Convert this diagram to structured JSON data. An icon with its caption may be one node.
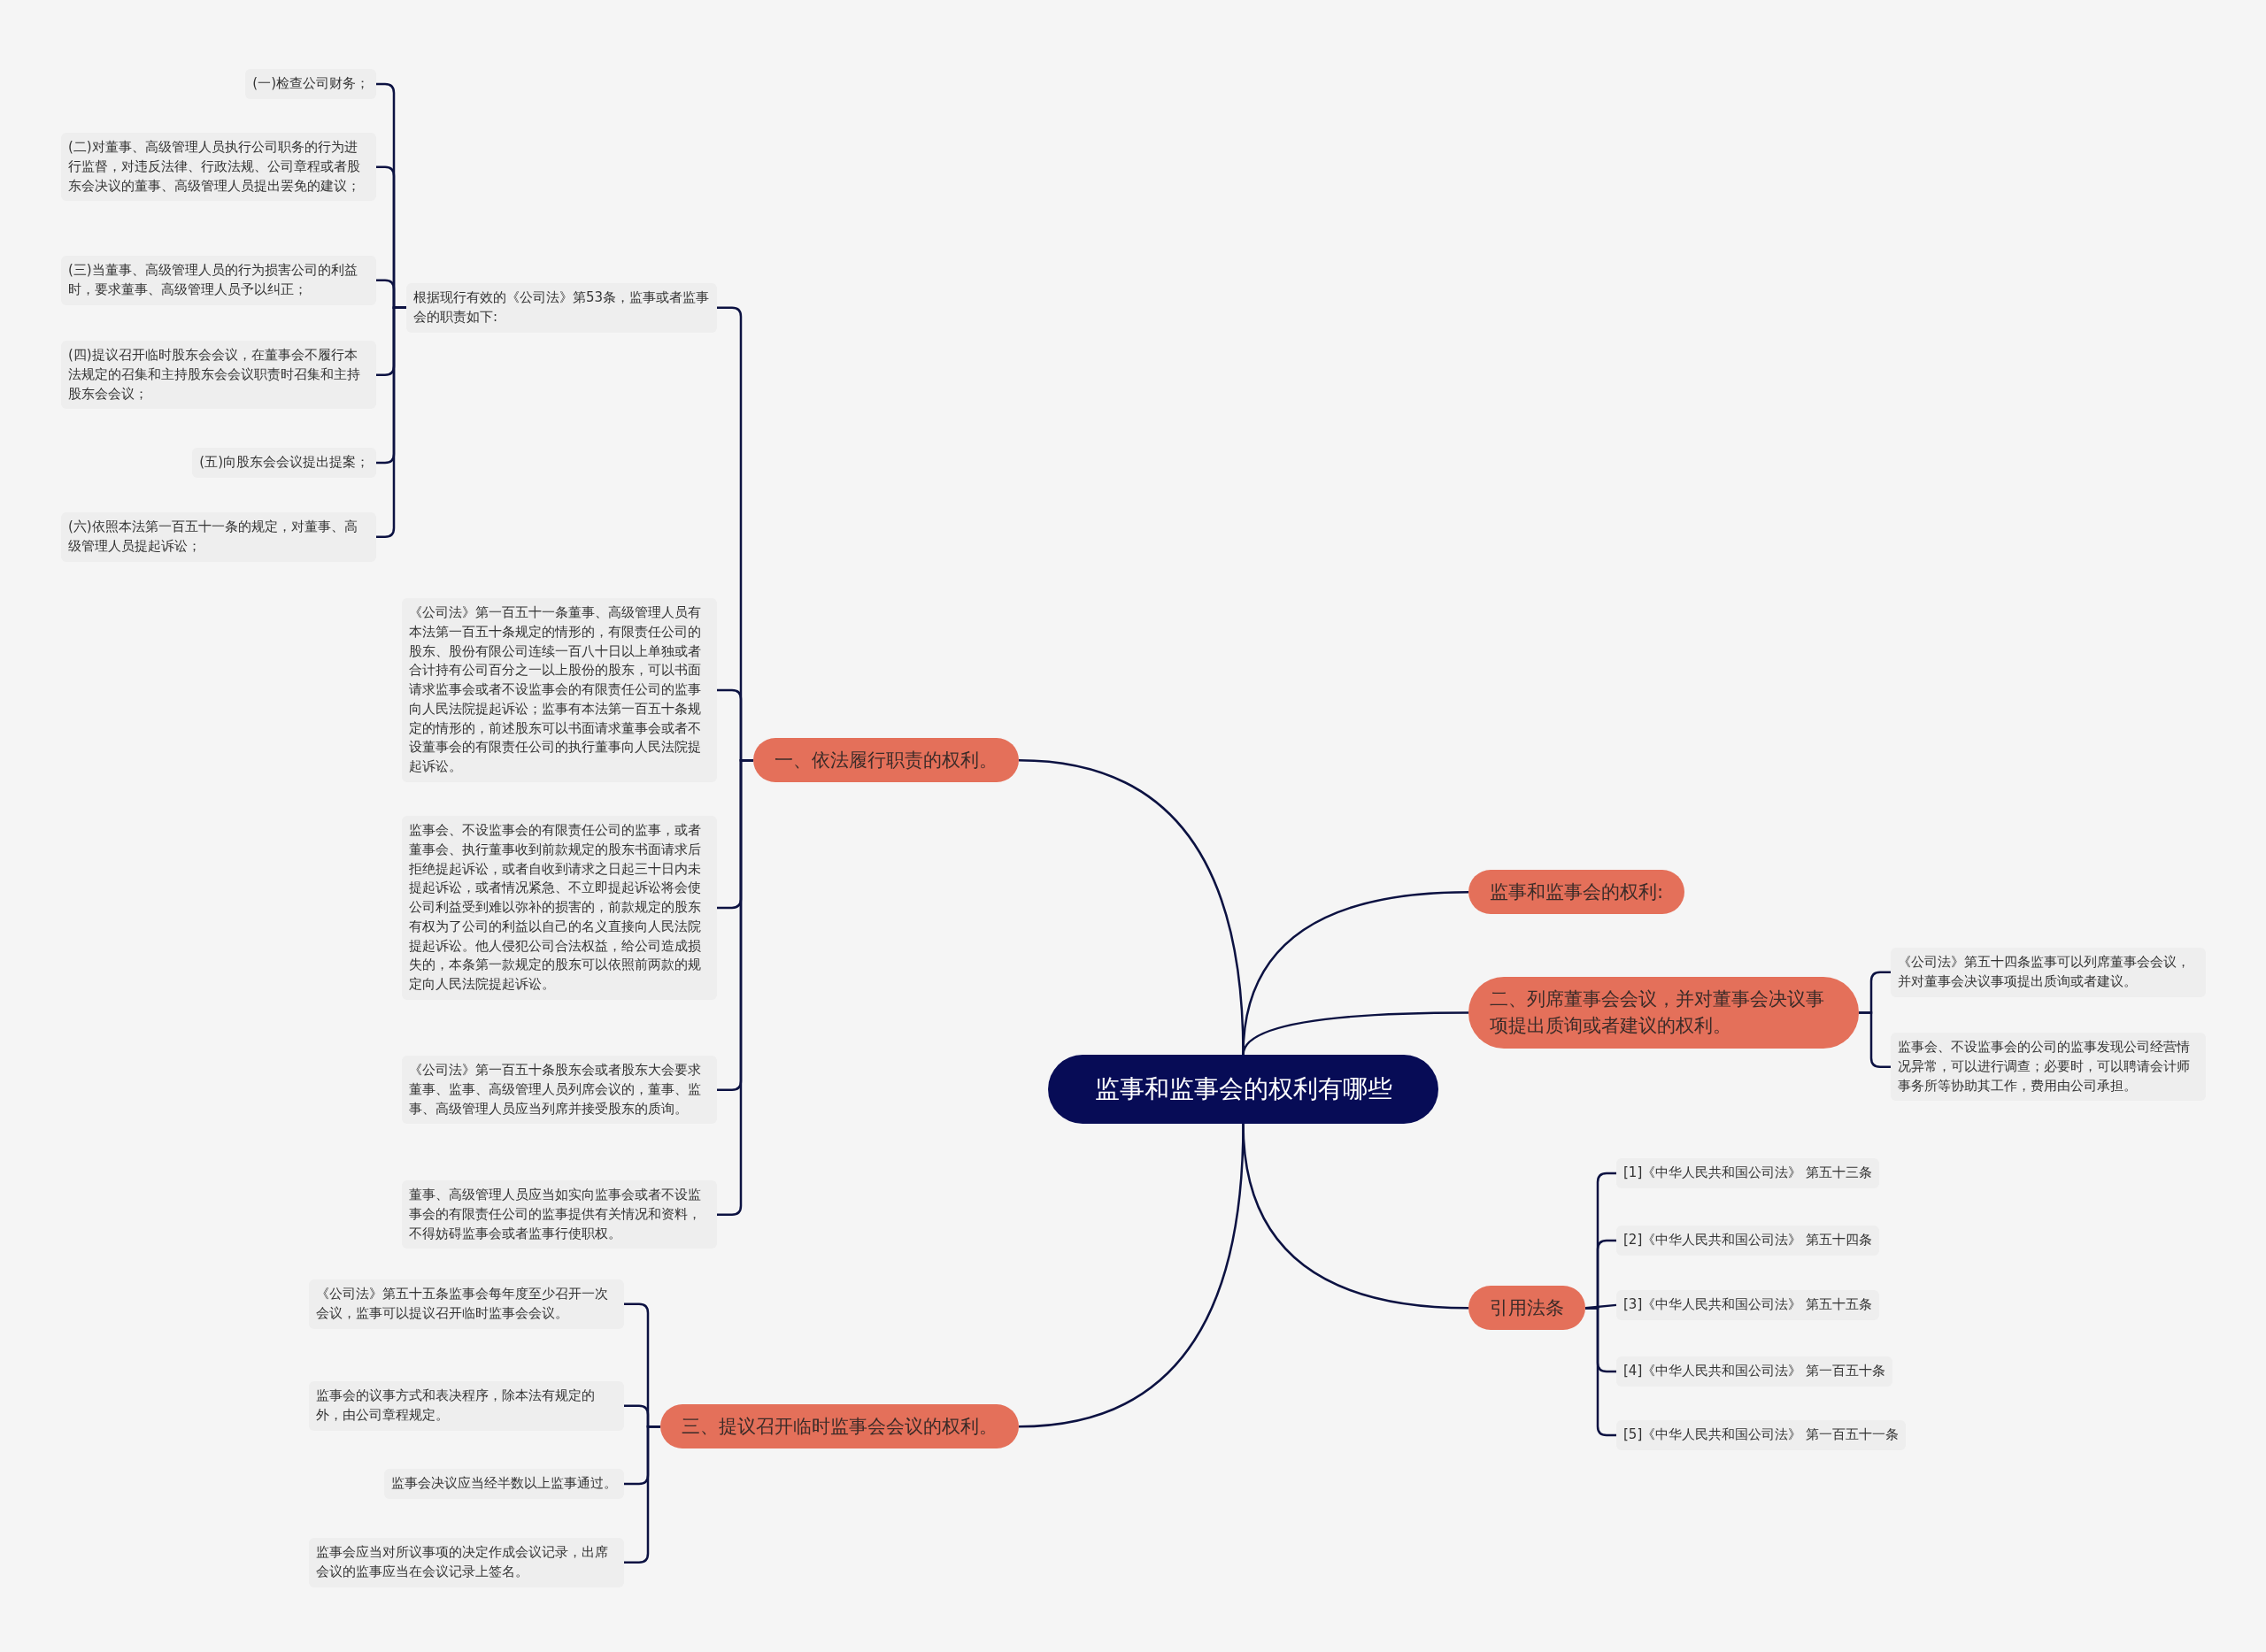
{
  "diagram": {
    "nodes": [
      {
        "text": [
          "监事和监事会的权利有哪些"
        ]
      },
      {
        "text": [
          "一、依法履行职责的权利。"
        ]
      },
      {
        "text": [
          "根据现行有效的《公司法》第53条，监事或者监事会的职责如下:"
        ]
      },
      {
        "text": [
          "(一)检查公司财务；"
        ]
      },
      {
        "text": [
          "(二)对董事、高级管理人员执行公司职务的行为进行监督，对违反法律、行政法规、公司章程或者股东会决议的董事、高级管理人员提出罢免的建议；"
        ]
      },
      {
        "text": [
          "(三)当董事、高级管理人员的行为损害公司的利益时，要求董事、高级管理人员予以纠正；"
        ]
      },
      {
        "text": [
          "(四)提议召开临时股东会会议，在董事会不履行本法规定的召集和主持股东会会议职责时召集和主持股东会会议；"
        ]
      },
      {
        "text": [
          "(五)向股东会会议提出提案；"
        ]
      },
      {
        "text": [
          "(六)依照本法第一百五十一条的规定，对董事、高级管理人员提起诉讼；"
        ]
      },
      {
        "text": [
          "《公司法》第一百五十一条董事、高级管理人员有本法第一百五十条规定的情形的，有限责任公司的股东、股份有限公司连续一百八十日以上单独或者合计持有公司百分之一以上股份的股东，可以书面请求监事会或者不设监事会的有限责任公司的监事向人民法院提起诉讼；监事有本法第一百五十条规定的情形的，前述股东可以书面请求董事会或者不设董事会的有限责任公司的执行董事向人民法院提起诉讼。"
        ]
      },
      {
        "text": [
          "监事会、不设监事会的有限责任公司的监事，或者董事会、执行董事收到前款规定的股东书面请求后拒绝提起诉讼，或者自收到请求之日起三十日内未提起诉讼，或者情况紧急、不立即提起诉讼将会使公司利益受到难以弥补的损害的，前款规定的股东有权为了公司的利益以自己的名义直接向人民法院提起诉讼。他人侵犯公司合法权益，给公司造成损失的，本条第一款规定的股东可以依照前两款的规定向人民法院提起诉讼。"
        ]
      },
      {
        "text": [
          "《公司法》第一百五十条股东会或者股东大会要求董事、监事、高级管理人员列席会议的，董事、监事、高级管理人员应当列席并接受股东的质询。"
        ]
      },
      {
        "text": [
          "董事、高级管理人员应当如实向监事会或者不设监事会的有限责任公司的监事提供有关情况和资料，不得妨碍监事会或者监事行使职权。"
        ]
      },
      {
        "text": [
          "监事和监事会的权利:"
        ]
      },
      {
        "text": [
          "二、列席董事会会议，并对董事会决议事项提出质询或者建议的权利。"
        ]
      },
      {
        "text": [
          "《公司法》第五十四条监事可以列席董事会会议，并对董事会决议事项提出质询或者建议。"
        ]
      },
      {
        "text": [
          "监事会、不设监事会的公司的监事发现公司经营情况异常，可以进行调查；必要时，可以聘请会计师事务所等协助其工作，费用由公司承担。"
        ]
      },
      {
        "text": [
          "引用法条"
        ]
      },
      {
        "text": [
          "[1]《中华人民共和国公司法》 第五十三条"
        ]
      },
      {
        "text": [
          "[2]《中华人民共和国公司法》 第五十四条"
        ]
      },
      {
        "text": [
          "[3]《中华人民共和国公司法》 第五十五条"
        ]
      },
      {
        "text": [
          "[4]《中华人民共和国公司法》 第一百五十条"
        ]
      },
      {
        "text": [
          "[5]《中华人民共和国公司法》 第一百五十一条"
        ]
      },
      {
        "text": [
          "三、提议召开临时监事会会议的权利。"
        ]
      },
      {
        "text": [
          "《公司法》第五十五条监事会每年度至少召开一次会议，监事可以提议召开临时监事会会议。"
        ]
      },
      {
        "text": [
          "监事会的议事方式和表决程序，除本法有规定的外，由公司章程规定。"
        ]
      },
      {
        "text": [
          "监事会决议应当经半数以上监事通过。"
        ]
      },
      {
        "text": [
          "监事会应当对所议事项的决定作成会议记录，出席会议的监事应当在会议记录上签名。"
        ]
      }
    ],
    "edges": [
      {
        "from": 0,
        "to": 1,
        "arrow": "none"
      },
      {
        "from": 1,
        "to": 2,
        "arrow": "none"
      },
      {
        "from": 2,
        "to": 3,
        "arrow": "none"
      },
      {
        "from": 2,
        "to": 4,
        "arrow": "none"
      },
      {
        "from": 2,
        "to": 5,
        "arrow": "none"
      },
      {
        "from": 2,
        "to": 6,
        "arrow": "none"
      },
      {
        "from": 2,
        "to": 7,
        "arrow": "none"
      },
      {
        "from": 2,
        "to": 8,
        "arrow": "none"
      },
      {
        "from": 1,
        "to": 9,
        "arrow": "none"
      },
      {
        "from": 1,
        "to": 10,
        "arrow": "none"
      },
      {
        "from": 1,
        "to": 11,
        "arrow": "none"
      },
      {
        "from": 1,
        "to": 12,
        "arrow": "none"
      },
      {
        "from": 0,
        "to": 13,
        "arrow": "none"
      },
      {
        "from": 0,
        "to": 14,
        "arrow": "none"
      },
      {
        "from": 14,
        "to": 15,
        "arrow": "none"
      },
      {
        "from": 14,
        "to": 16,
        "arrow": "none"
      },
      {
        "from": 0,
        "to": 17,
        "arrow": "none"
      },
      {
        "from": 17,
        "to": 18,
        "arrow": "none"
      },
      {
        "from": 17,
        "to": 19,
        "arrow": "none"
      },
      {
        "from": 17,
        "to": 20,
        "arrow": "none"
      },
      {
        "from": 17,
        "to": 21,
        "arrow": "none"
      },
      {
        "from": 17,
        "to": 22,
        "arrow": "none"
      },
      {
        "from": 0,
        "to": 23,
        "arrow": "none"
      },
      {
        "from": 23,
        "to": 24,
        "arrow": "none"
      },
      {
        "from": 23,
        "to": 25,
        "arrow": "none"
      },
      {
        "from": 23,
        "to": 26,
        "arrow": "none"
      },
      {
        "from": 23,
        "to": 27,
        "arrow": "none"
      }
    ]
  }
}
